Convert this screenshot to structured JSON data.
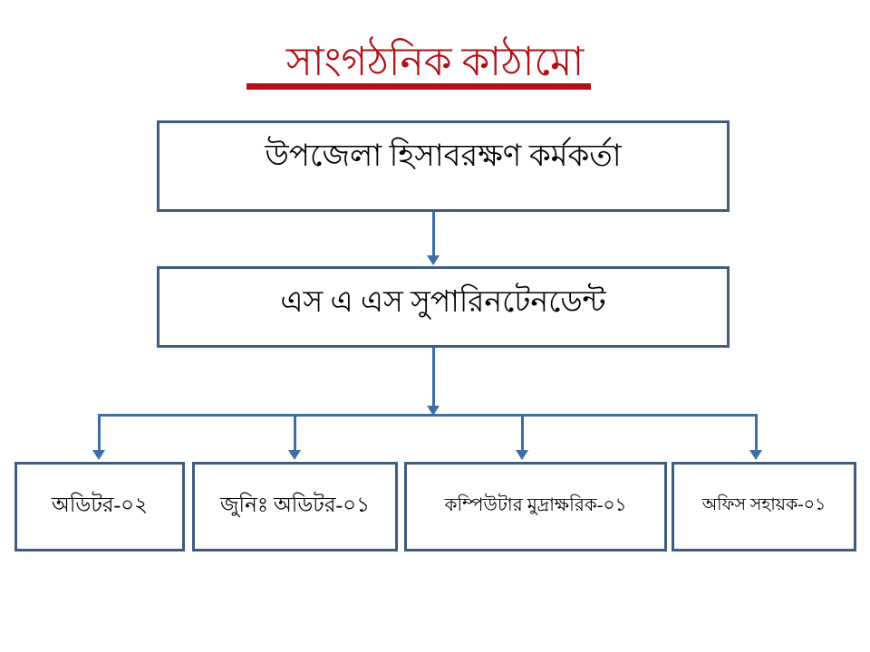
{
  "diagram": {
    "title": "সাংগঠনিক কাঠামো",
    "title_color": "#B11017",
    "node_border_color": "#3E5C7E",
    "connector_color": "#3F6EA5",
    "background_color": "#FFFFFF",
    "levels": [
      {
        "level": 1,
        "nodes": [
          {
            "id": "officer",
            "label": "উপজেলা হিসাবরক্ষণ কর্মকর্তা"
          }
        ]
      },
      {
        "level": 2,
        "nodes": [
          {
            "id": "superintendent",
            "label": "এস এ এস সুপারিনটেনডেন্ট"
          }
        ]
      },
      {
        "level": 3,
        "nodes": [
          {
            "id": "auditor",
            "label": "অডিটর-০২"
          },
          {
            "id": "jr_auditor",
            "label": "জুনিঃ অডিটর-০১"
          },
          {
            "id": "typist",
            "label": "কম্পিউটার মুদ্রাক্ষরিক-০১"
          },
          {
            "id": "office_assistant",
            "label": "অফিস সহায়ক-০১"
          }
        ]
      }
    ]
  }
}
